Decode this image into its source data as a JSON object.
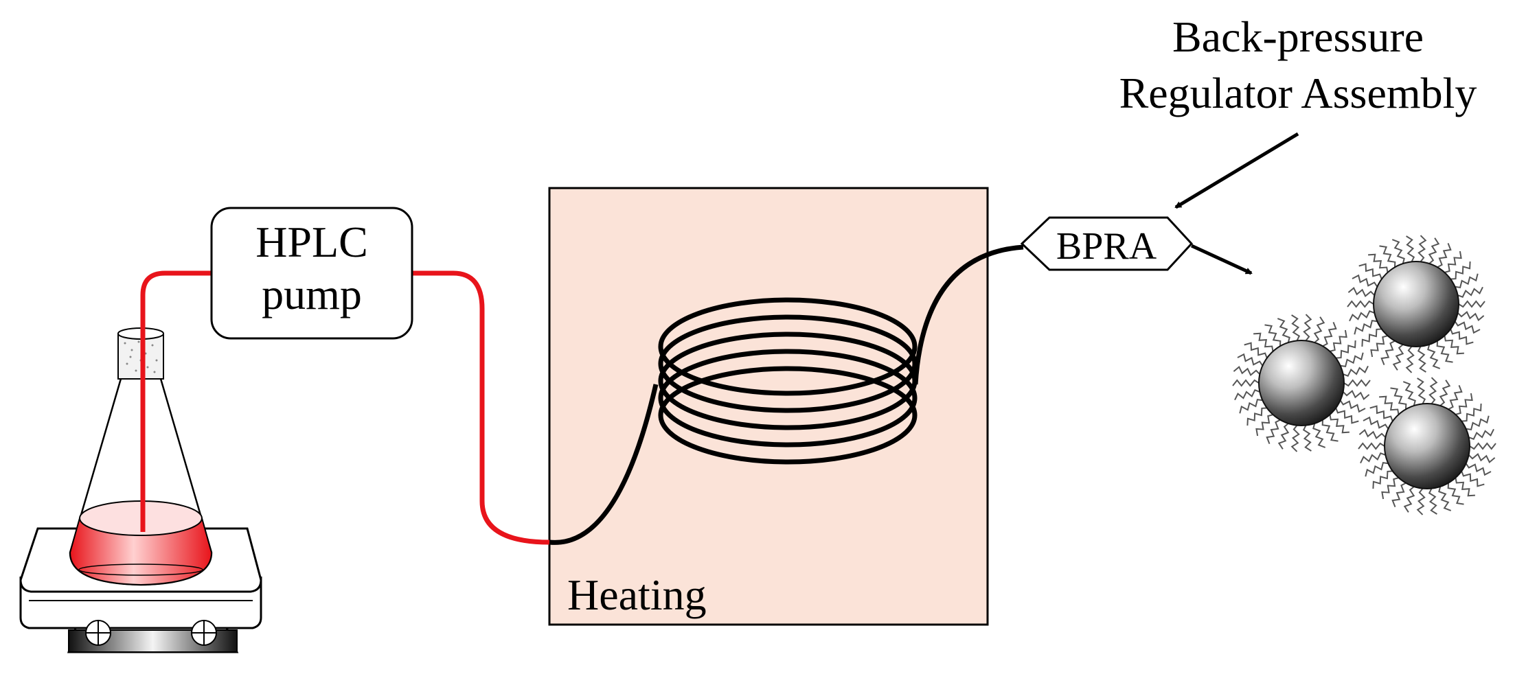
{
  "labels": {
    "hplc_line1": "HPLC",
    "hplc_line2": "pump",
    "heating": "Heating",
    "bpra": "BPRA",
    "callout_line1": "Back-pressure",
    "callout_line2": "Regulator Assembly"
  },
  "colors": {
    "reaction_tubing": "#e8141b",
    "product_tubing": "#000000",
    "heating_zone_fill": "#fbe3d8",
    "solution": "#e8141b"
  },
  "icons": [
    "erlenmeyer-flask-icon",
    "hot-plate-stirrer-icon",
    "coil-reactor-icon",
    "nanoparticle-icon"
  ]
}
